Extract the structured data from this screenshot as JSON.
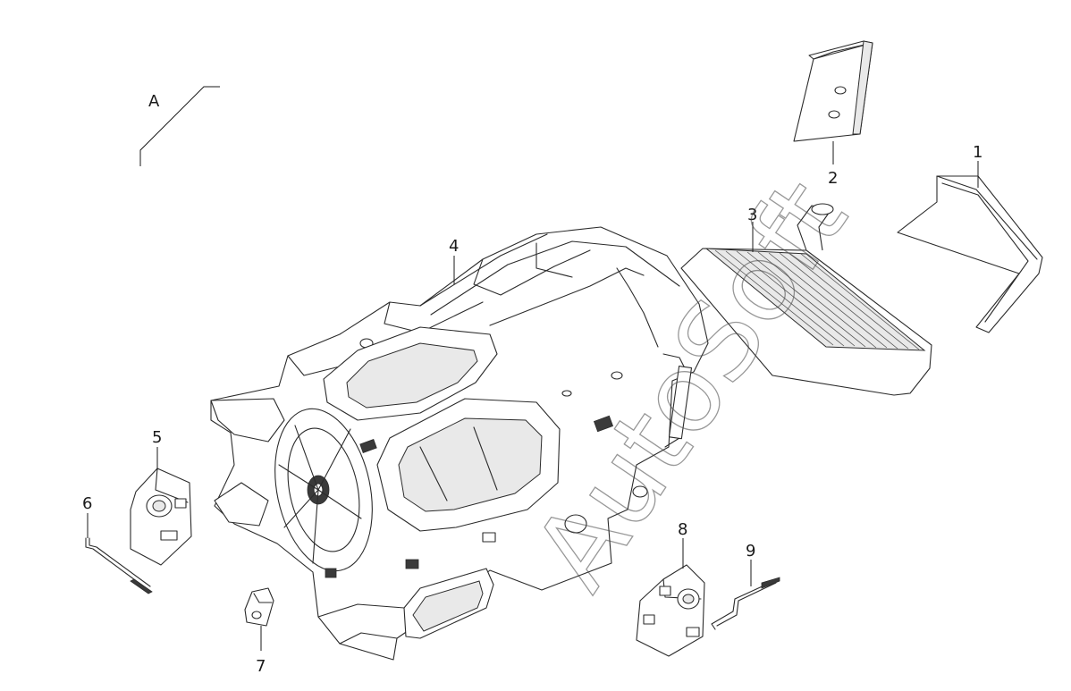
{
  "callouts": {
    "A": "A",
    "p1": "1",
    "p2": "2",
    "p3": "3",
    "p4": "4",
    "p5": "5",
    "p6": "6",
    "p7": "7",
    "p8": "8",
    "p9": "9"
  },
  "watermark": "AutoSoft"
}
